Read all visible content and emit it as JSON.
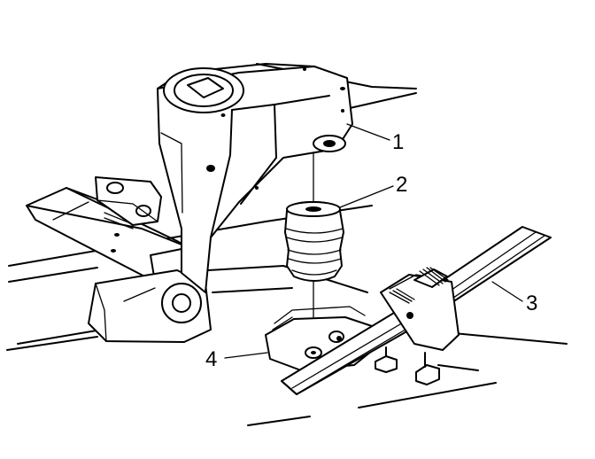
{
  "callouts": [
    {
      "number": "1",
      "part": "frame-bracket"
    },
    {
      "number": "2",
      "part": "jounce-bumper"
    },
    {
      "number": "3",
      "part": "leaf-spring"
    },
    {
      "number": "4",
      "part": "spring-plate"
    }
  ],
  "colors": {
    "line": "#000000",
    "background": "#ffffff"
  }
}
